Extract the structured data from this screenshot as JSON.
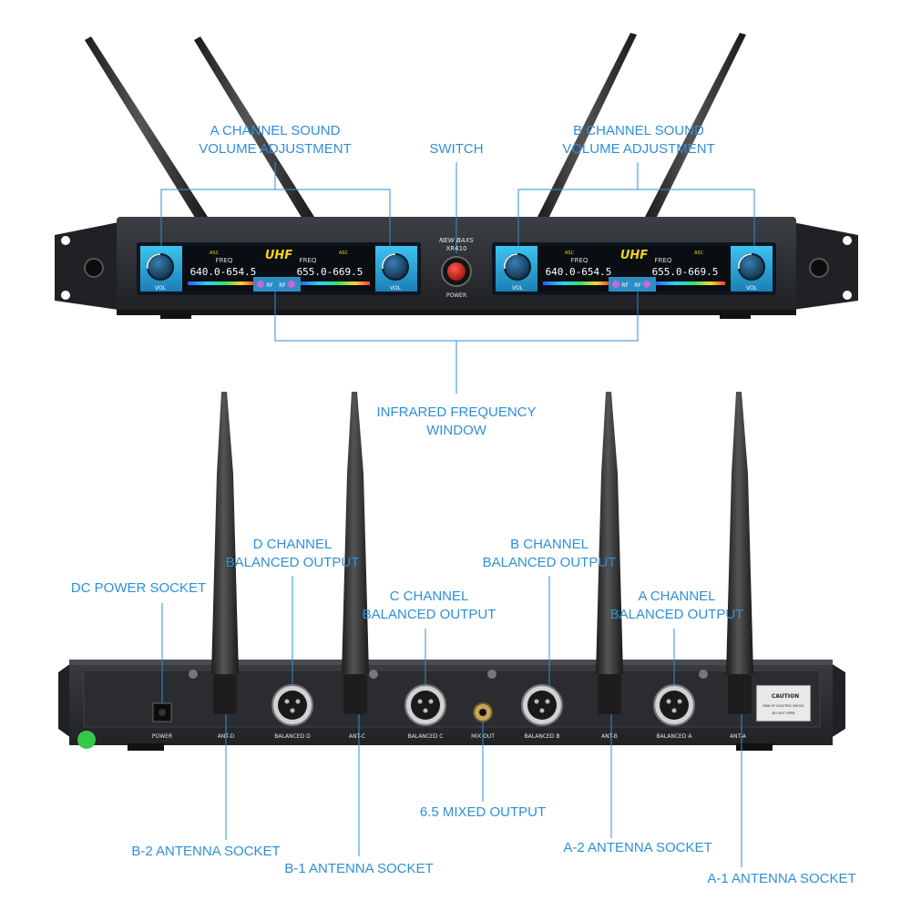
{
  "front_labels": {
    "a_channel_volume": [
      "A CHANNEL SOUND",
      "VOLUME ADJUSTMENT"
    ],
    "switch": "SWITCH",
    "b_channel_volume": [
      "B CHANNEL SOUND",
      "VOLUME ADJUSTMENT"
    ],
    "infrared_window": [
      "INFRARED FREQUENCY",
      "WINDOW"
    ]
  },
  "device_front": {
    "brand": "NEW BAXS",
    "model": "XR410",
    "power_label": "POWER",
    "band": "UHF",
    "freq_label": "FREQ",
    "asc_label": "ASC",
    "rf_label": "RF",
    "vol_label": "VOL",
    "left_display": {
      "freq_1": "640.0-654.5",
      "freq_2": "655.0-669.5"
    },
    "right_display": {
      "freq_1": "640.0-654.5",
      "freq_2": "655.0-669.5"
    }
  },
  "rear_labels": {
    "dc_power": "DC POWER SOCKET",
    "d_output": [
      "D CHANNEL",
      "BALANCED OUTPUT"
    ],
    "c_output": [
      "C CHANNEL",
      "BALANCED OUTPUT"
    ],
    "b_output": [
      "B CHANNEL",
      "BALANCED OUTPUT"
    ],
    "a_output": [
      "A CHANNEL",
      "BALANCED OUTPUT"
    ],
    "mixed_output": "6.5 MIXED OUTPUT",
    "b2_antenna": "B-2 ANTENNA SOCKET",
    "b1_antenna": "B-1 ANTENNA SOCKET",
    "a2_antenna": "A-2 ANTENNA SOCKET",
    "a1_antenna": "A-1 ANTENNA SOCKET"
  },
  "device_rear": {
    "power": "POWER",
    "ant_d": "ANT-D",
    "balanced_d": "BALANCED D",
    "ant_c": "ANT-C",
    "balanced_c": "BALANCED C",
    "mix_out": "MIX OUT",
    "balanced_b": "BALANCED B",
    "ant_b": "ANT-B",
    "balanced_a": "BALANCED A",
    "ant_a": "ANT-A",
    "caution": "CAUTION",
    "caution_text_1": "RISK OF ELECTRIC SHOCK",
    "caution_text_2": "DO NOT OPEN"
  },
  "colors": {
    "callout": "#2f8fd8",
    "chassis": "#2b2d30",
    "screen": "#35b6e0",
    "uhf": "#f5d21b"
  }
}
